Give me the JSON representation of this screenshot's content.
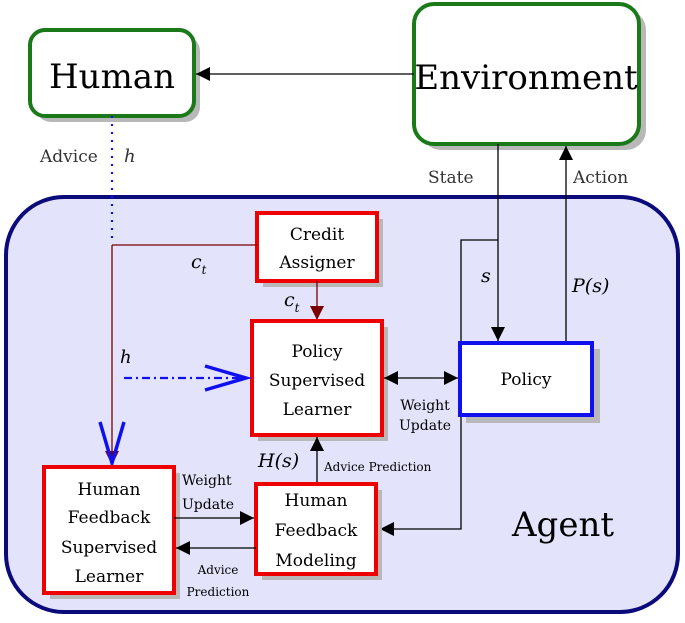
{
  "nodes": {
    "human": "Human",
    "environment": "Environment",
    "credit_assigner": [
      "Credit",
      "Assigner"
    ],
    "policy_supervised_learner": [
      "Policy",
      "Supervised",
      "Learner"
    ],
    "policy": "Policy",
    "human_feedback_supervised_learner": [
      "Human",
      "Feedback",
      "Supervised",
      "Learner"
    ],
    "human_feedback_modeling": [
      "Human",
      "Feedback",
      "Modeling"
    ],
    "agent": "Agent"
  },
  "edge_labels": {
    "advice": "Advice",
    "h_top": "h",
    "state": "State",
    "action": "Action",
    "s": "s",
    "p_s": "P(s)",
    "c_t_left": "c",
    "c_t_left_sub": "t",
    "c_t_down": "c",
    "c_t_down_sub": "t",
    "h_mid": "h",
    "weight_update_right": [
      "Weight",
      "Update"
    ],
    "h_s": "H(s)",
    "advice_prediction_up": "Advice Prediction",
    "weight_update_bottom": [
      "Weight",
      "Update"
    ],
    "advice_prediction_bottom": [
      "Advice",
      "Prediction"
    ]
  },
  "colors": {
    "agent_fill": "#e3e3fb",
    "agent_border": "#0a0a7a",
    "green": "#1a7a1a",
    "red": "#ee0000",
    "blue": "#1010ee",
    "dark_red": "#7a0000",
    "shadow": "#b8b8b8"
  }
}
